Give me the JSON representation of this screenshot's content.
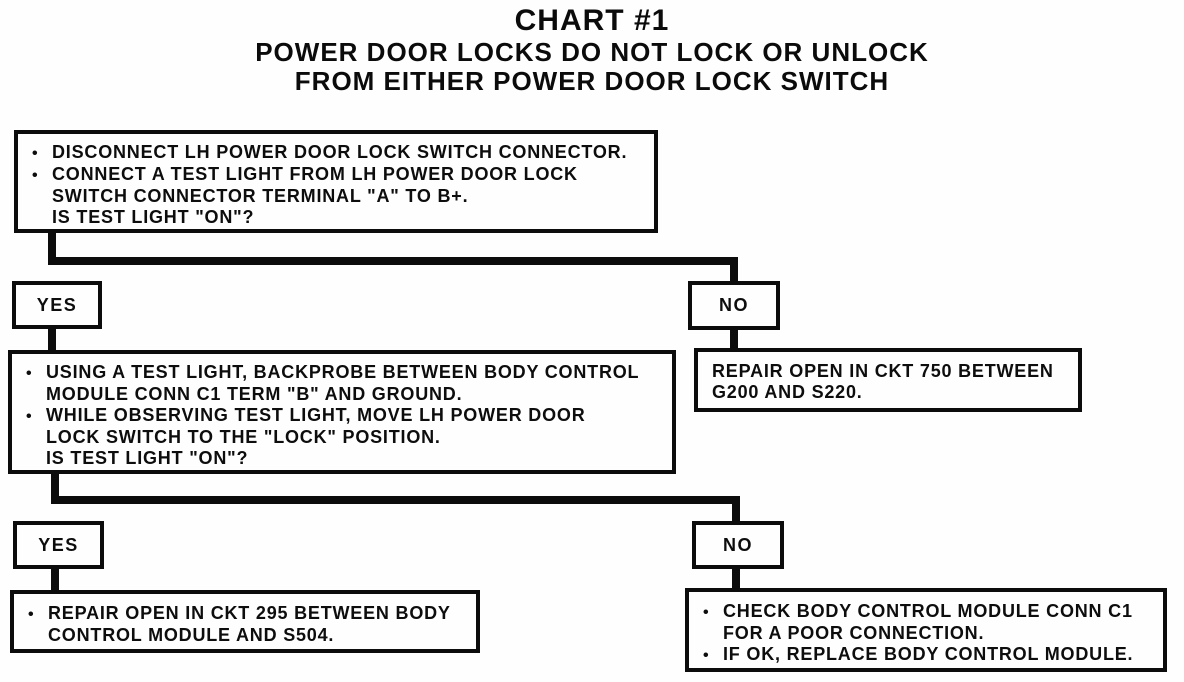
{
  "title": {
    "line1": "CHART #1",
    "line2": "POWER DOOR LOCKS DO NOT LOCK OR UNLOCK",
    "line3": "FROM EITHER POWER DOOR LOCK SWITCH"
  },
  "glyphs": {
    "bullet": "•"
  },
  "colors": {
    "ink": "#0c0c0c",
    "background": "#fefefe"
  },
  "labels": {
    "yes1": "YES",
    "no1": "NO",
    "yes2": "YES",
    "no2": "NO"
  },
  "flowchart": {
    "step1": {
      "lines": [
        {
          "bullet": true,
          "text": "DISCONNECT LH POWER DOOR LOCK SWITCH CONNECTOR."
        },
        {
          "bullet": true,
          "text": "CONNECT A TEST LIGHT FROM LH POWER DOOR LOCK"
        },
        {
          "bullet": false,
          "text": "SWITCH CONNECTOR TERMINAL \"A\" TO B+."
        },
        {
          "bullet": false,
          "text": "IS TEST LIGHT \"ON\"?"
        }
      ]
    },
    "step2": {
      "lines": [
        {
          "bullet": true,
          "text": "USING A TEST LIGHT, BACKPROBE BETWEEN BODY CONTROL"
        },
        {
          "bullet": false,
          "text": "MODULE CONN C1 TERM \"B\" AND GROUND."
        },
        {
          "bullet": true,
          "text": "WHILE OBSERVING TEST LIGHT, MOVE LH POWER DOOR"
        },
        {
          "bullet": false,
          "text": "LOCK SWITCH TO THE \"LOCK\" POSITION."
        },
        {
          "bullet": false,
          "text": "IS TEST LIGHT \"ON\"?"
        }
      ]
    },
    "result_no1": {
      "lines": [
        {
          "bullet": false,
          "text": "REPAIR OPEN IN CKT 750 BETWEEN"
        },
        {
          "bullet": false,
          "text": "G200 AND S220."
        }
      ]
    },
    "result_yes2": {
      "lines": [
        {
          "bullet": true,
          "text": "REPAIR OPEN IN CKT 295 BETWEEN BODY"
        },
        {
          "bullet": false,
          "text": "CONTROL MODULE AND S504."
        }
      ]
    },
    "result_no2": {
      "lines": [
        {
          "bullet": true,
          "text": "CHECK BODY CONTROL MODULE CONN C1"
        },
        {
          "bullet": false,
          "text": "FOR A POOR CONNECTION."
        },
        {
          "bullet": true,
          "text": "IF OK, REPLACE BODY CONTROL MODULE."
        }
      ]
    }
  }
}
